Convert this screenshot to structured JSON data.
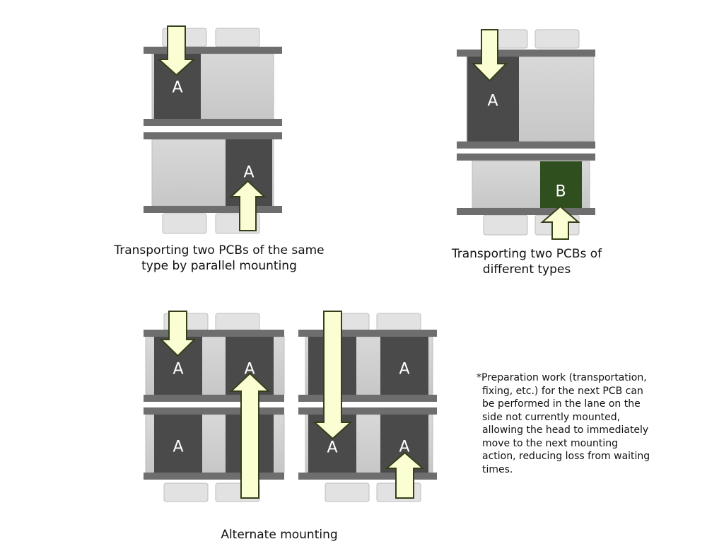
{
  "captions": {
    "parallel_line1": "Transporting two PCBs of the same",
    "parallel_line2": "type by parallel mounting",
    "different_line1": "Transporting two PCBs of",
    "different_line2": "different types",
    "alternate": "Alternate mounting"
  },
  "pcb_labels": {
    "a": "A",
    "b": "B"
  },
  "note_lines": [
    "*Preparation work (transportation,",
    "fixing, etc.) for the next PCB can",
    "be performed in the lane on the",
    "side not currently mounted,",
    "allowing the head to immediately",
    "move to the next mounting",
    "action, reducing loss from waiting",
    "times."
  ],
  "colors": {
    "pcb_a": "#4a4a4a",
    "pcb_b": "#2f4f1f",
    "arrow_fill": "#fbfdd3",
    "arrow_stroke": "#33401a",
    "rail": "#6e6e6e",
    "frame": "#d2d2d2"
  }
}
